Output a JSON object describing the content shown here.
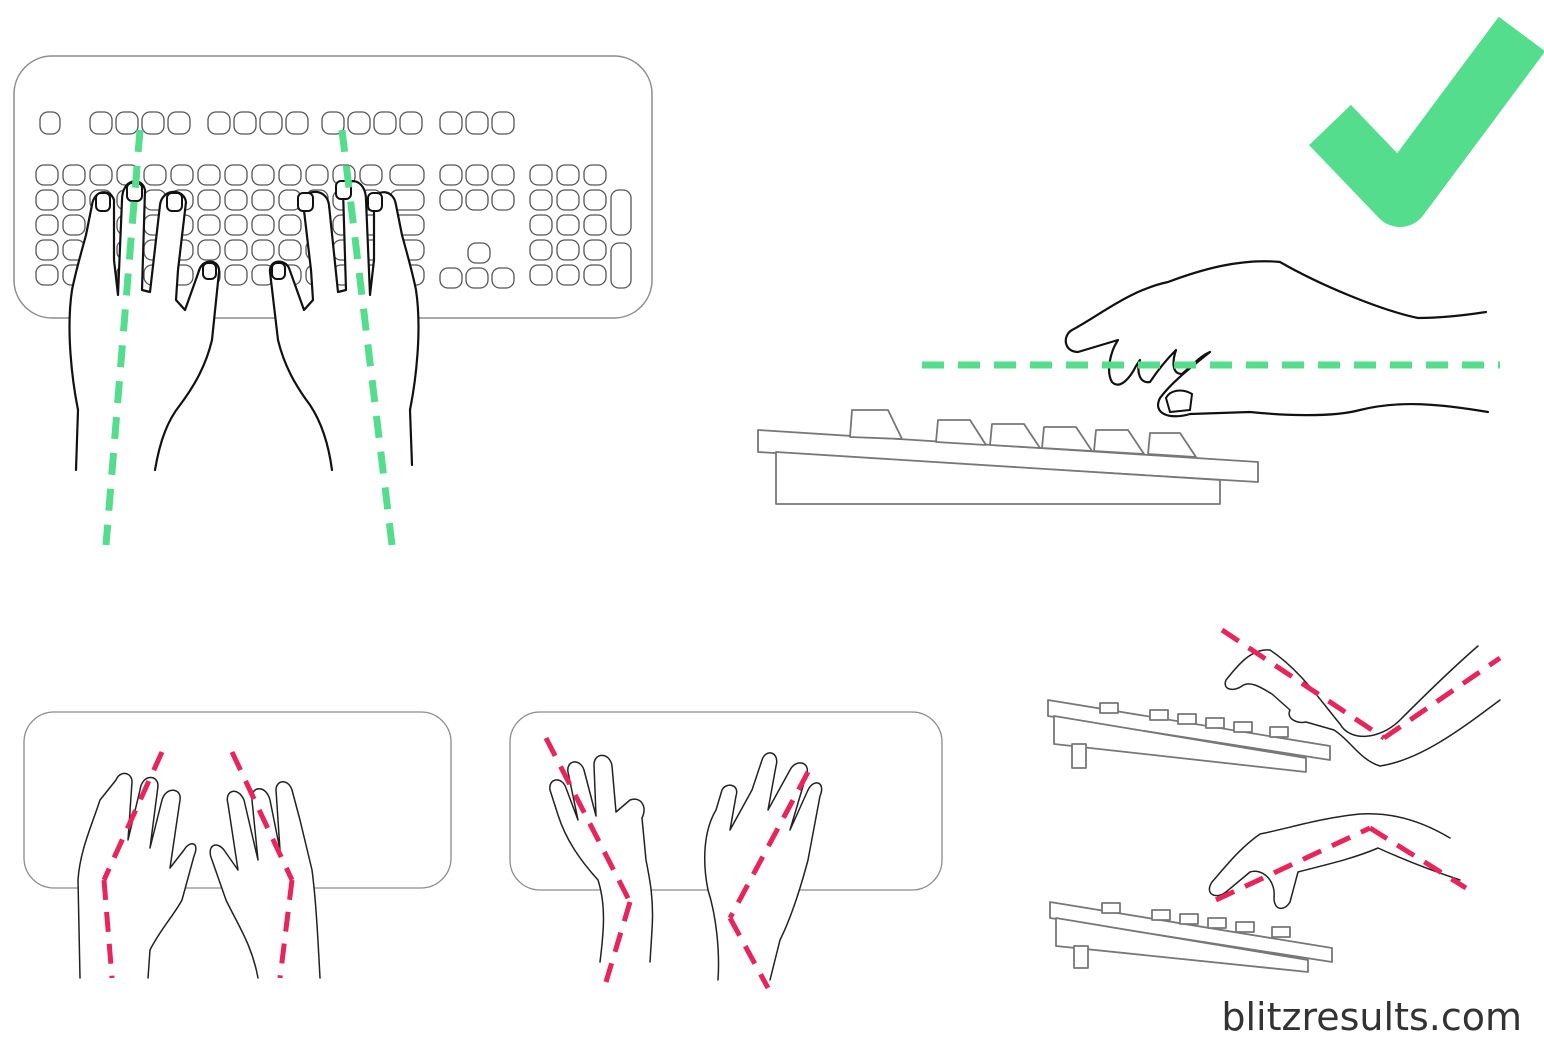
{
  "watermark": "blitzresults.com",
  "colors": {
    "correct": "#55dd8e",
    "incorrect": "#e8245a",
    "outline": "#111111",
    "keyboard": "#8c8c8c"
  },
  "icons": {
    "check": "checkmark-icon"
  },
  "panels": [
    {
      "name": "top-view-correct",
      "verdict": "correct"
    },
    {
      "name": "side-view-correct",
      "verdict": "correct"
    },
    {
      "name": "top-view-wrists-bent-inward",
      "verdict": "incorrect"
    },
    {
      "name": "top-view-wrists-bent-outward",
      "verdict": "incorrect"
    },
    {
      "name": "side-view-wrist-bent-up",
      "verdict": "incorrect"
    },
    {
      "name": "side-view-wrist-bent-down",
      "verdict": "incorrect"
    }
  ]
}
